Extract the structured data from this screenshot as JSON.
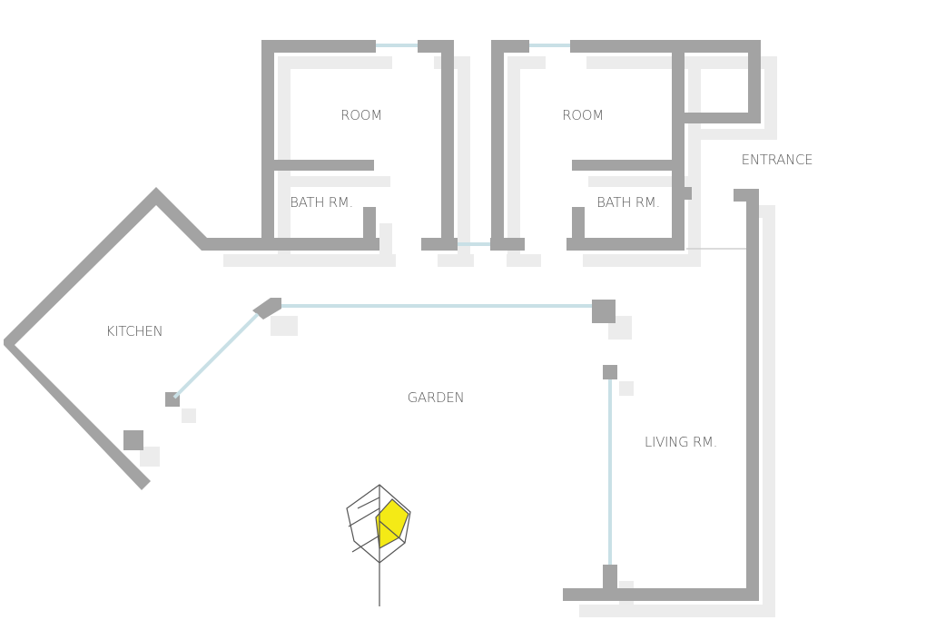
{
  "rooms": {
    "room_left": "ROOM",
    "room_right": "ROOM",
    "bath_left": "BATH RM.",
    "bath_right": "BATH RM.",
    "entrance": "ENTRANCE",
    "kitchen": "KITCHEN",
    "garden": "GARDEN",
    "living": "LIVING RM."
  },
  "colors": {
    "wall": "#a3a3a3",
    "wall_shadow": "#ececec",
    "glazing": "#c9e0e6",
    "logo_accent": "#f4ea16"
  },
  "icons": {
    "logo": "leaf-logo-icon"
  }
}
